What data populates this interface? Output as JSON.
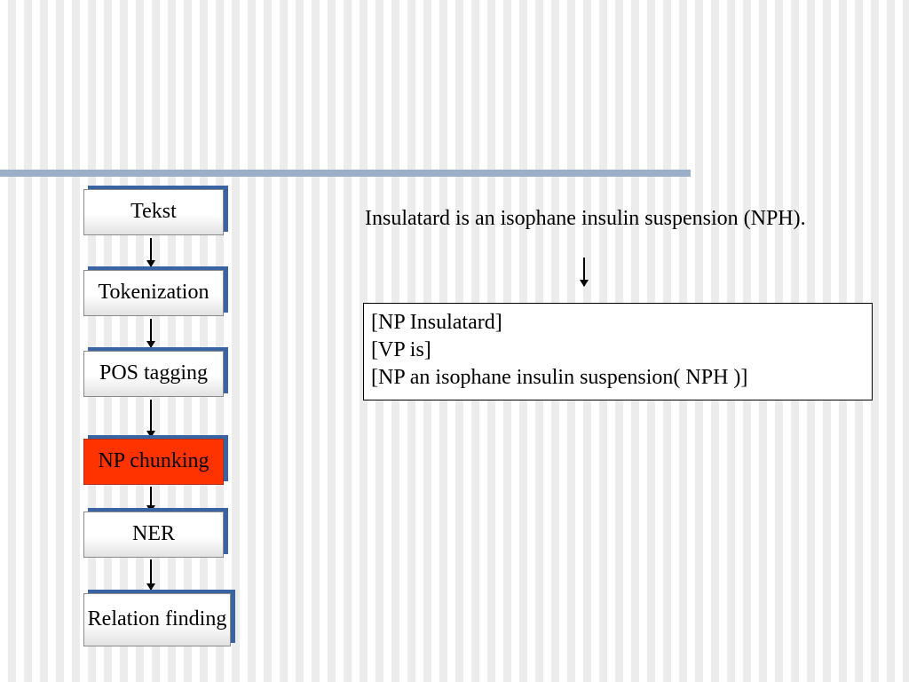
{
  "pipeline": {
    "stages": [
      {
        "label": "Tekst"
      },
      {
        "label": "Tokenization"
      },
      {
        "label": "POS tagging"
      },
      {
        "label": "NP chunking",
        "active": true
      },
      {
        "label": "NER"
      },
      {
        "label": "Relation finding"
      }
    ],
    "active_color": "#ff3300",
    "shadow_color": "#3a63a4"
  },
  "example": {
    "sentence": "Insulatard is an isophane insulin suspension (NPH).",
    "chunks": [
      "[NP Insulatard]",
      "[VP is]",
      "[NP an isophane insulin suspension( NPH )]"
    ]
  }
}
